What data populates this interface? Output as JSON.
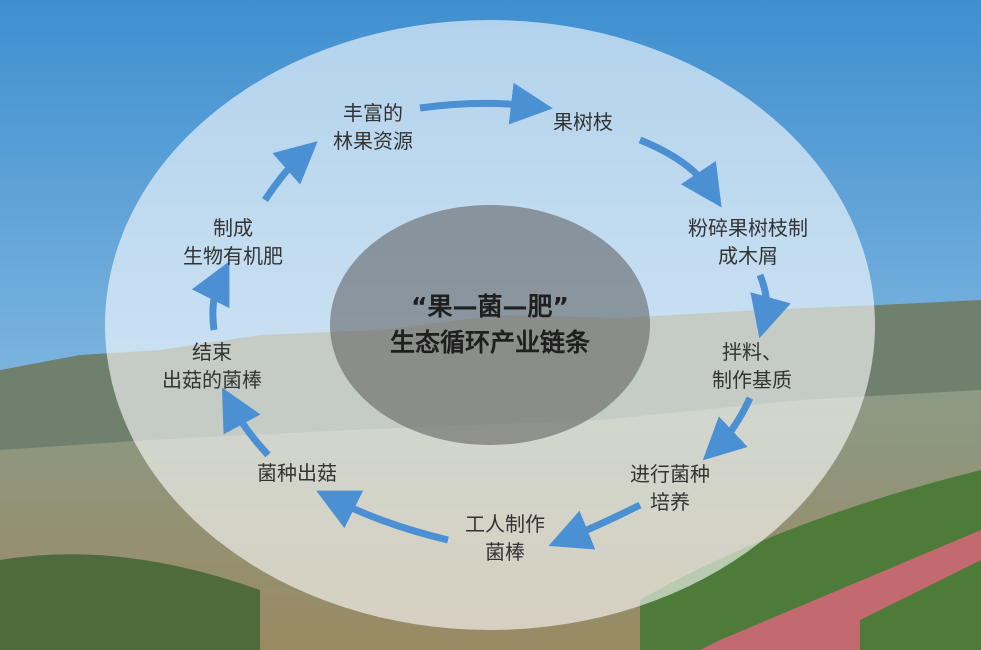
{
  "title": {
    "line1": "“果—菌—肥”",
    "line2": "生态循环产业链条"
  },
  "steps": [
    {
      "line1": "丰富的",
      "line2": "林果资源"
    },
    {
      "line1": "果树枝",
      "line2": ""
    },
    {
      "line1": "粉碎果树枝制",
      "line2": "成木屑"
    },
    {
      "line1": "拌料、",
      "line2": "制作基质"
    },
    {
      "line1": "进行菌种",
      "line2": "培养"
    },
    {
      "line1": "工人制作",
      "line2": "菌棒"
    },
    {
      "line1": "菌种出菇",
      "line2": ""
    },
    {
      "line1": "结束",
      "line2": "出菇的菌棒"
    },
    {
      "line1": "制成",
      "line2": "生物有机肥"
    }
  ],
  "colors": {
    "arrow": "#4a90d2",
    "sky": "#5b9fd6",
    "text": "#333333"
  }
}
